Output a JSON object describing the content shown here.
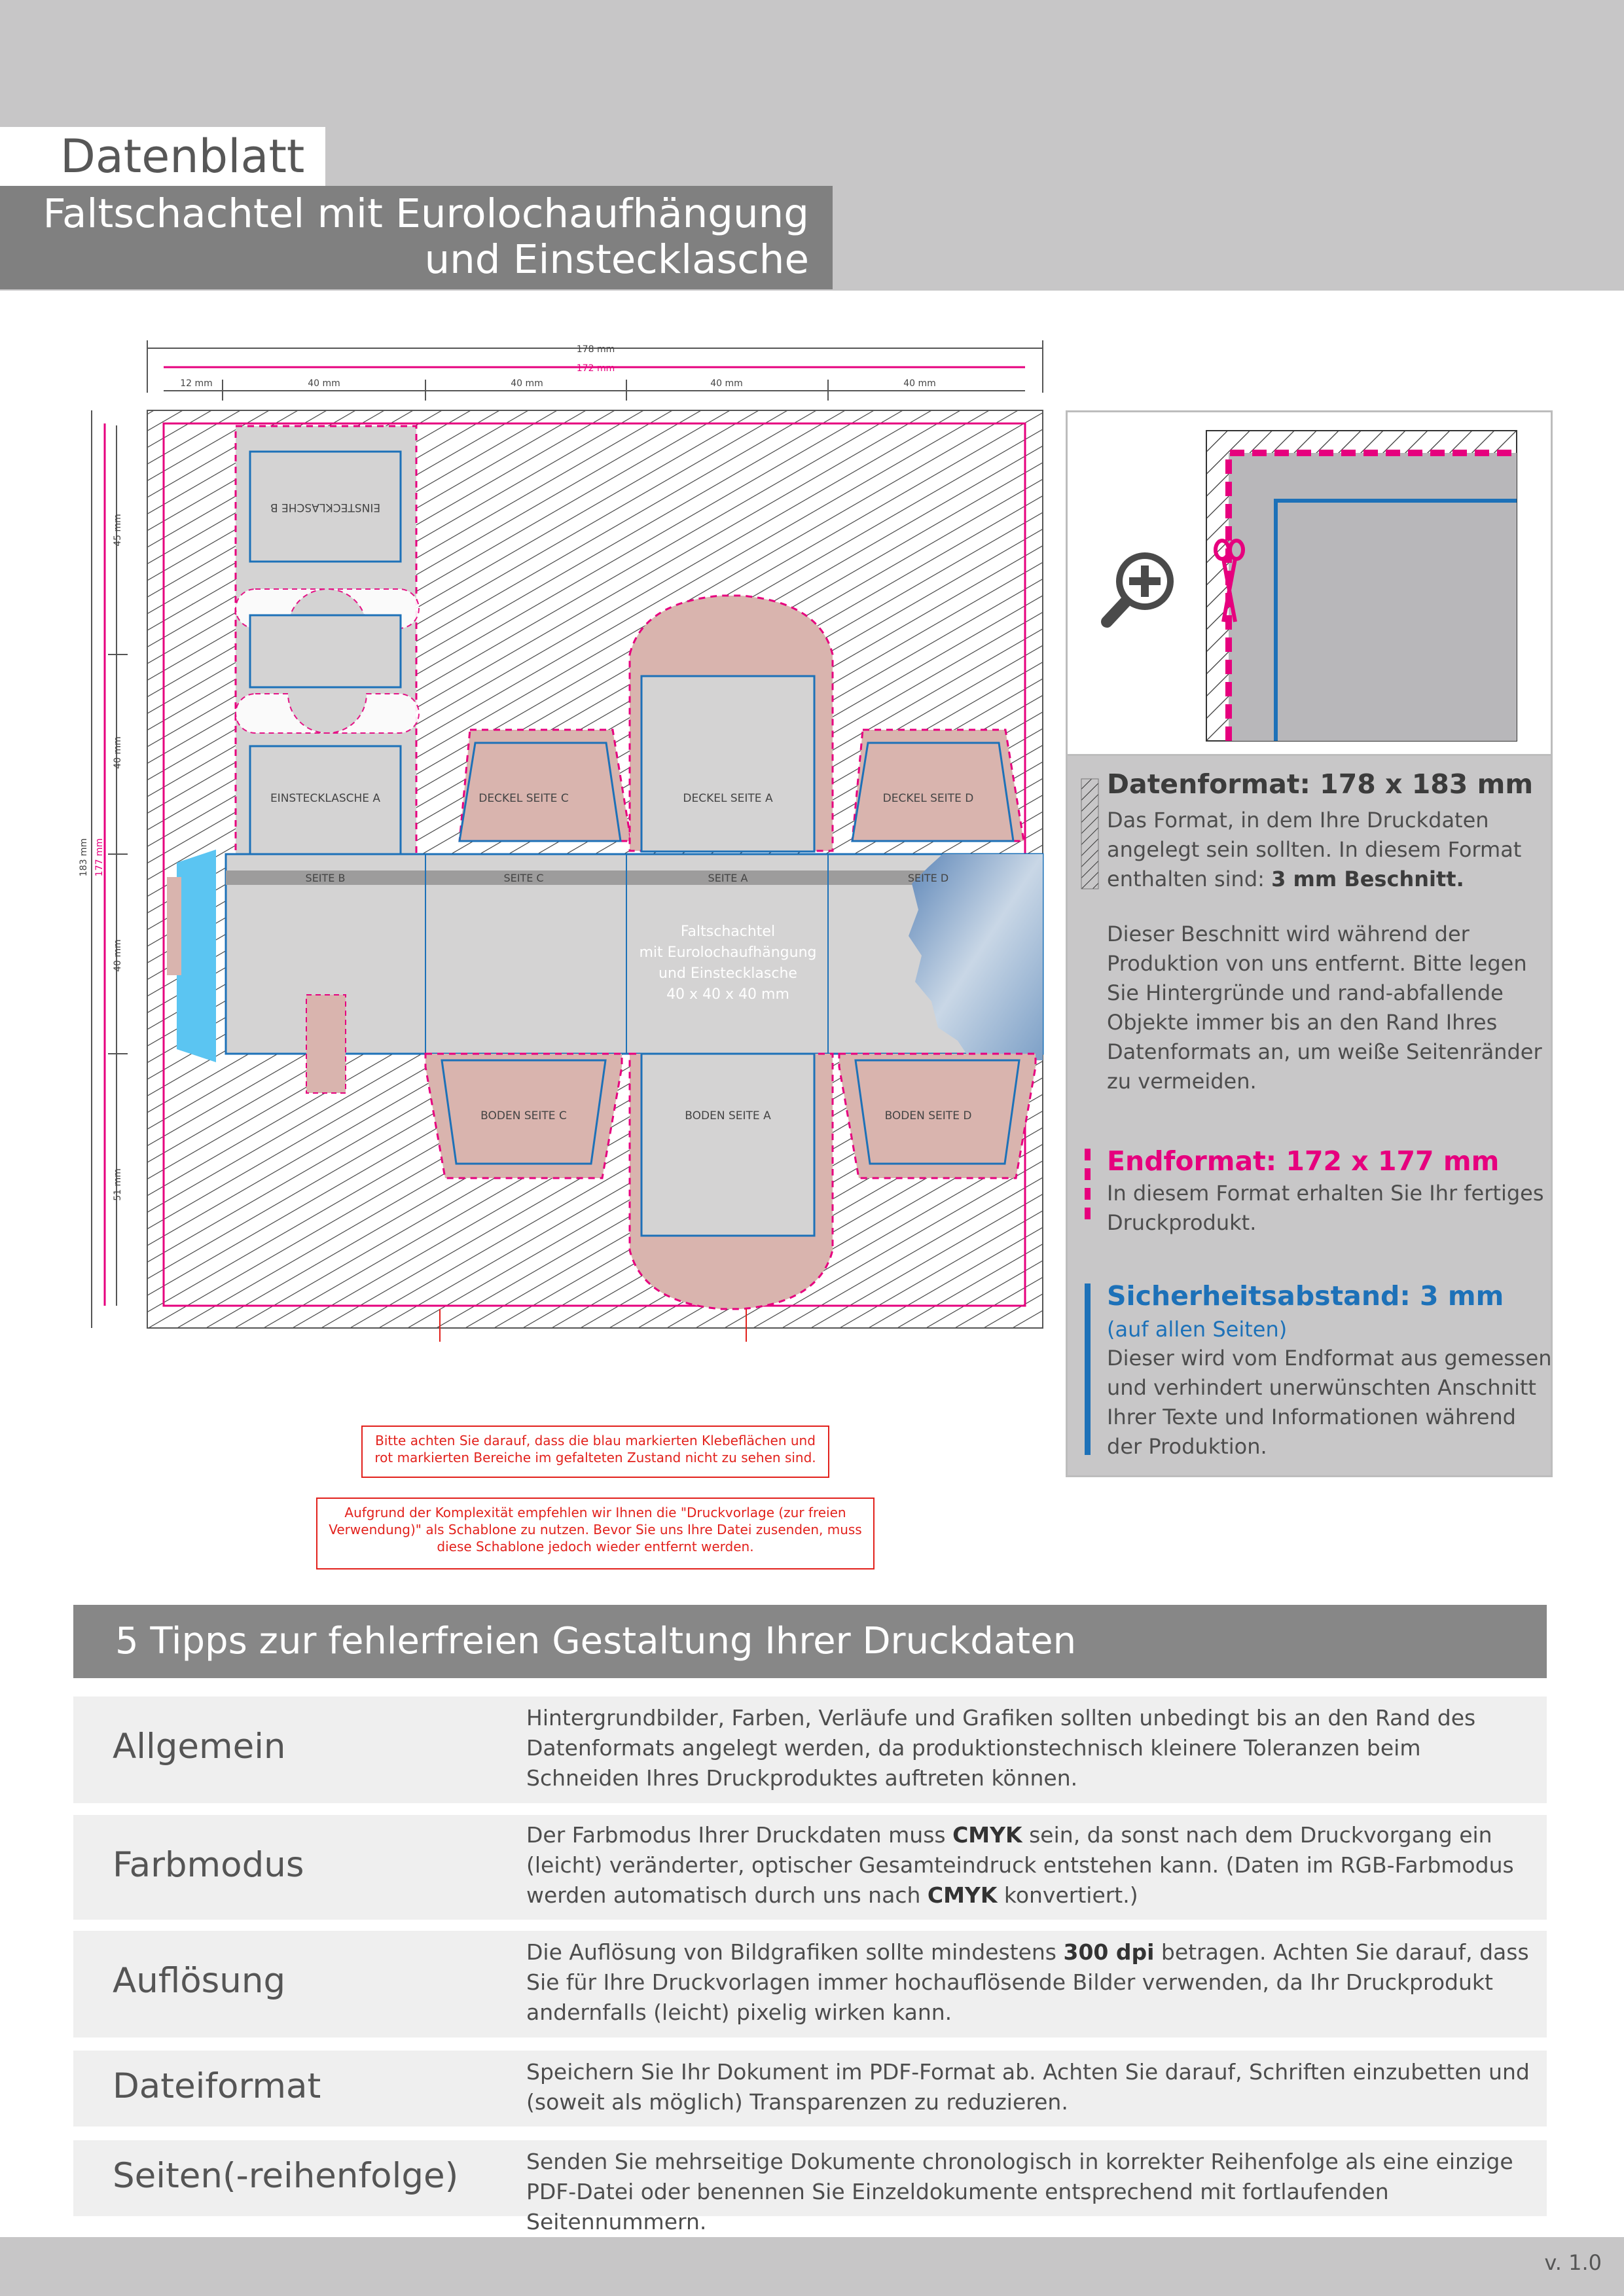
{
  "header": {
    "title": "Datenblatt",
    "subtitle_line1": "Faltschachtel mit Eurolochaufhängung",
    "subtitle_line2": "und Einstecklasche"
  },
  "dieline": {
    "dim_total_width": "178 mm",
    "dim_final_width": "172 mm",
    "dim_col_bleed": "12 mm",
    "dim_col_1": "40 mm",
    "dim_col_2": "40 mm",
    "dim_col_3": "40 mm",
    "dim_col_4": "40 mm",
    "dim_total_height": "183 mm",
    "dim_final_height": "177 mm",
    "dim_row_1": "45 mm",
    "dim_row_2": "40 mm",
    "dim_row_3": "40 mm",
    "dim_row_4": "51 mm",
    "label_einstecklasche_b": "EINSTECKLASCHE B",
    "label_einstecklasche_a": "EINSTECKLASCHE A",
    "label_deckel_c": "DECKEL SEITE C",
    "label_deckel_a": "DECKEL SEITE A",
    "label_deckel_d": "DECKEL SEITE D",
    "label_seite_b": "SEITE B",
    "label_seite_c": "SEITE C",
    "label_seite_a": "SEITE A",
    "label_seite_d": "SEITE D",
    "label_boden_c": "BODEN SEITE C",
    "label_boden_a": "BODEN SEITE A",
    "label_boden_d": "BODEN SEITE D",
    "center_line1": "Faltschachtel",
    "center_line2": "mit Eurolochaufhängung",
    "center_line3": "und Einstecklasche",
    "center_line4": "40 x 40 x 40 mm"
  },
  "notes": {
    "note1_line1": "Bitte achten Sie darauf, dass die blau markierten Klebeflächen und",
    "note1_line2": "rot markierten Bereiche im gefalteten Zustand nicht zu sehen sind.",
    "note2_line1": "Aufgrund der Komplexität empfehlen wir Ihnen die \"Druckvorlage (zur freien",
    "note2_line2": "Verwendung)\" als Schablone zu nutzen. Bevor Sie uns Ihre Datei zusenden, muss",
    "note2_line3": "diese Schablone jedoch wieder entfernt werden."
  },
  "info": {
    "datenformat_heading": "Datenformat: 178 x 183 mm",
    "datenformat_text_a": "Das Format, in dem Ihre Druckdaten",
    "datenformat_text_b": "angelegt sein sollten. In diesem Format",
    "datenformat_text_c": " enthalten sind: ",
    "datenformat_text_bold": "3 mm Beschnitt.",
    "beschnitt_text": "Dieser Beschnitt wird während der Produktion von uns entfernt. Bitte legen Sie Hintergründe und rand-abfallende Objekte immer bis an den Rand Ihres Datenformats an, um weiße Seitenränder zu vermeiden.",
    "endformat_heading": "Endformat: 172 x 177 mm",
    "endformat_text": "In diesem Format erhalten Sie Ihr fertiges Druckprodukt.",
    "sicherheit_heading": "Sicherheitsabstand: 3 mm",
    "sicherheit_sub": "(auf allen Seiten)",
    "sicherheit_text": "Dieser wird vom Endformat aus gemessen und verhindert unerwünschten Anschnitt Ihrer Texte und Informationen während der Produktion.",
    "color_magenta": "#e6007e",
    "color_blue": "#1d71b8"
  },
  "tips": {
    "title": "5 Tipps zur fehlerfreien Gestaltung Ihrer Druckdaten",
    "allgemein_label": "Allgemein",
    "allgemein_text": "Hintergrundbilder, Farben, Verläufe und Grafiken sollten unbedingt bis an den Rand des Datenformats angelegt werden, da produktionstechnisch kleinere Toleranzen beim Schneiden Ihres Druckproduktes auftreten können.",
    "farbmodus_label": "Farbmodus",
    "farbmodus_text_a": "Der Farbmodus Ihrer Druckdaten muss ",
    "farbmodus_bold_a": "CMYK",
    "farbmodus_text_b": " sein, da sonst nach dem Druckvorgang ein (leicht) veränderter, optischer Gesamteindruck entstehen kann. (Daten im RGB-Farbmodus werden automatisch durch uns nach ",
    "farbmodus_bold_b": "CMYK",
    "farbmodus_text_c": " konvertiert.)",
    "aufloesung_label": "Auflösung",
    "aufloesung_text_a": "Die Auflösung von Bildgrafiken sollte mindestens ",
    "aufloesung_bold": "300 dpi",
    "aufloesung_text_b": " betragen. Achten Sie darauf, dass Sie für Ihre Druckvorlagen immer hochauflösende Bilder verwenden, da Ihr Druckprodukt andernfalls (leicht) pixelig wirken kann.",
    "dateiformat_label": "Dateiformat",
    "dateiformat_text": "Speichern Sie Ihr Dokument im PDF-Format ab. Achten Sie darauf, Schriften einzubetten und (soweit als möglich) Transparenzen zu reduzieren.",
    "seiten_label": "Seiten(-reihenfolge)",
    "seiten_text": "Senden Sie mehrseitige Dokumente chronologisch in korrekter Reihenfolge als eine einzige PDF-Datei oder benennen Sie Einzeldokumente entsprechend mit fortlaufenden Seitennummern."
  },
  "footer": {
    "version": "v. 1.0"
  }
}
